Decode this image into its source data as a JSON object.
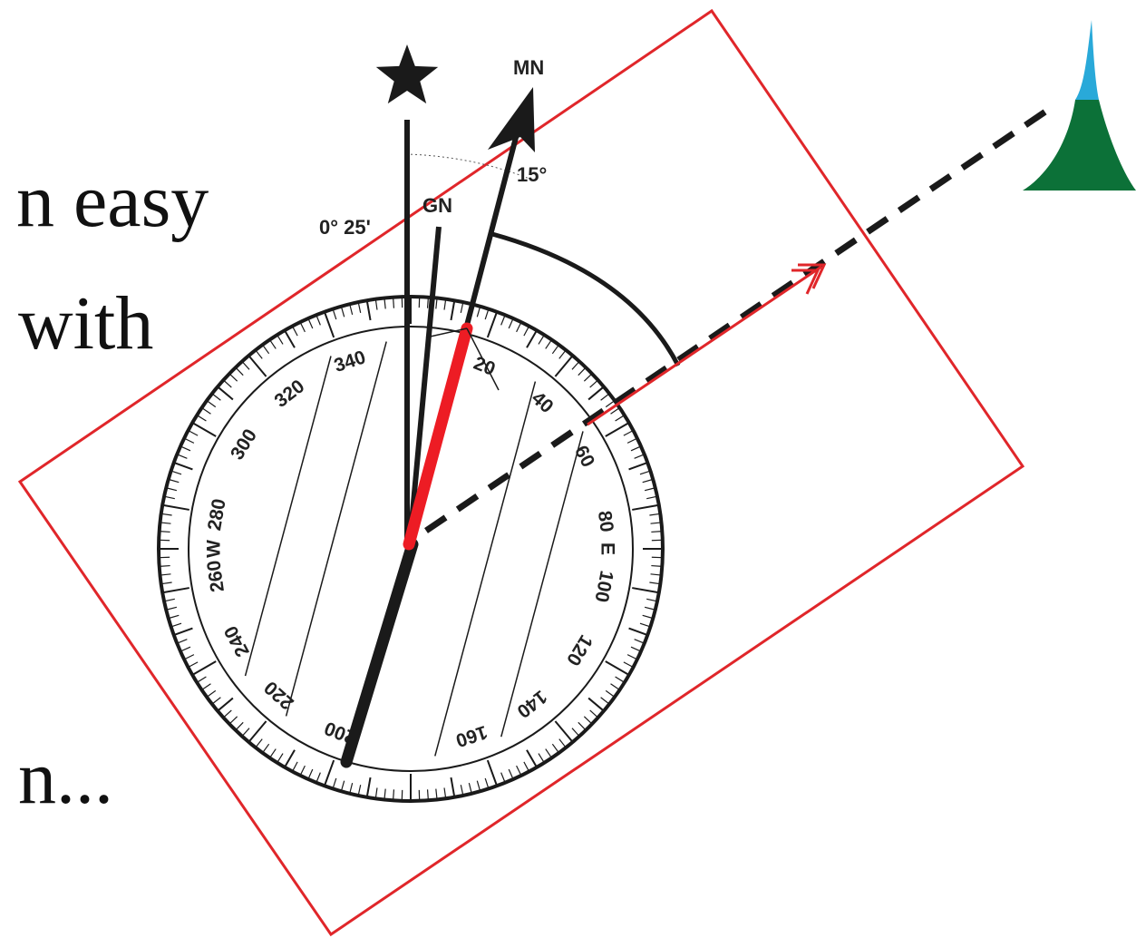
{
  "slide_text": {
    "line1": "n easy",
    "line2": "with",
    "line3": "n..."
  },
  "labels": {
    "magnetic_north": "MN",
    "grid_north": "GN",
    "grid_mag_angle": "15°",
    "true_grid_angle": "0° 25'"
  },
  "dial": {
    "labels": [
      "340",
      "20",
      "40",
      "60",
      "80",
      "E",
      "100",
      "120",
      "140",
      "160",
      "200",
      "220",
      "240",
      "260",
      "W",
      "280",
      "300",
      "320"
    ]
  },
  "colors": {
    "needle_north": "#ed1c24",
    "needle_south": "#1a1a1a",
    "baseplate_outline": "#e0262a",
    "ink": "#1a1a1a",
    "mountain_peak": "#29a9d9",
    "mountain_body": "#0c7138"
  },
  "icons": {
    "true_north": "star-icon",
    "landmark": "mountain-icon"
  }
}
